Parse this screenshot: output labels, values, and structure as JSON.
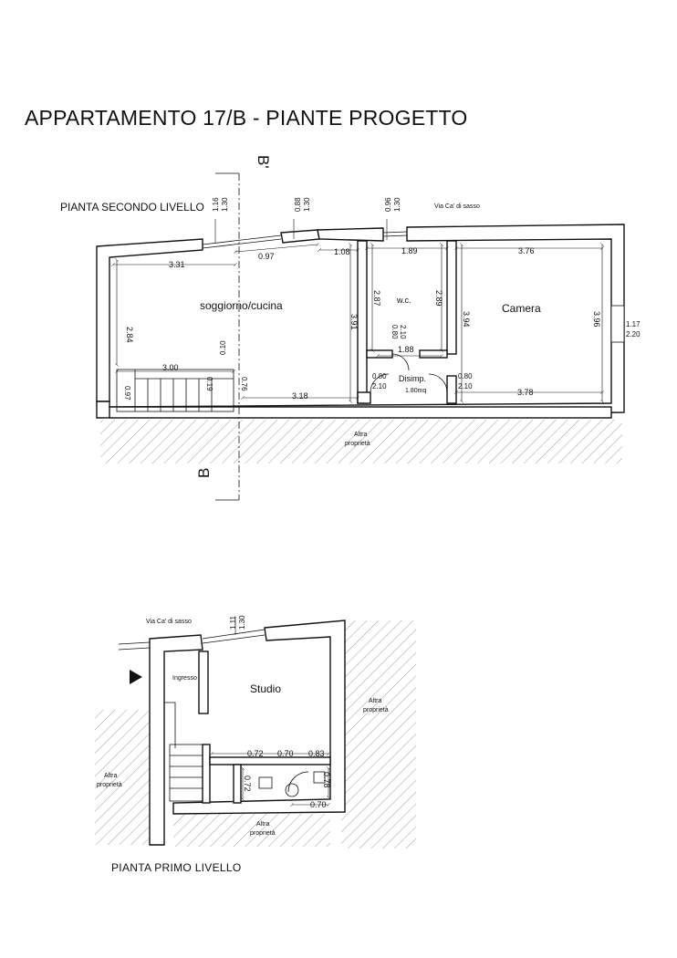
{
  "title": "APPARTAMENTO 17/B - PIANTE PROGETTO",
  "section_mark": "B",
  "section_mark_prime": "B'",
  "second_level": {
    "title": "PIANTA SECONDO LIVELLO",
    "street": "Via Ca' di sasso",
    "rooms": {
      "living": "soggiorno/cucina",
      "wc": "w.c.",
      "bedroom": "Camera",
      "hall": "Disimp.",
      "hall_area": "1.80mq"
    },
    "neighbour": [
      "Altra",
      "proprietà"
    ],
    "dims": {
      "win1_a": "1.16",
      "win1_b": "1.30",
      "win2_a": "0.88",
      "win2_b": "1.30",
      "win3_a": "0.96",
      "win3_b": "1.30",
      "living_w_top": "3.31",
      "win_w": "0.97",
      "wall_seg": "1.08",
      "wc_w": "1.89",
      "bed_w": "3.76",
      "living_h": "2.84",
      "living_h2": "3.91",
      "wc_h_left": "2.87",
      "wc_h_right": "2.89",
      "bed_h_left": "3.94",
      "bed_h_right": "3.96",
      "east_win_a": "1.17",
      "east_win_b": "2.20",
      "stair_w": "3.00",
      "stair_step": "0.10",
      "stair_a": "0.97",
      "stair_b": "0.19",
      "stair_c": "0.76",
      "living_w_bottom": "3.18",
      "wc_w_bottom": "1.88",
      "door_w": "0.80",
      "door_h": "2.10",
      "bed_w_bottom": "3.78"
    }
  },
  "first_level": {
    "title": "PIANTA PRIMO LIVELLO",
    "street": "Via Ca' di sasso",
    "rooms": {
      "study": "Studio",
      "entrance": "Ingresso"
    },
    "neighbour": [
      "Altra",
      "proprietà"
    ],
    "dims": {
      "win_a": "1.11",
      "win_b": "1.30",
      "d1": "0.72",
      "d2": "0.70",
      "d3": "0.83",
      "d4": "0.72",
      "d5": "0.78",
      "d6": "0.70"
    }
  }
}
